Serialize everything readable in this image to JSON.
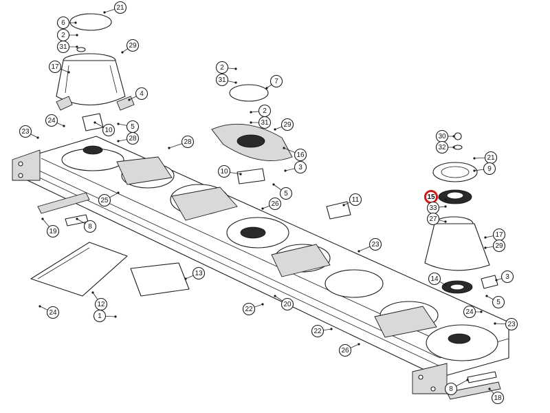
{
  "diagram": {
    "callouts": [
      {
        "id": "c21a",
        "label": "21"
      },
      {
        "id": "c6",
        "label": "6"
      },
      {
        "id": "c2a",
        "label": "2"
      },
      {
        "id": "c31a",
        "label": "31"
      },
      {
        "id": "c29a",
        "label": "29"
      },
      {
        "id": "c17a",
        "label": "17"
      },
      {
        "id": "c4",
        "label": "4"
      },
      {
        "id": "c24a",
        "label": "24"
      },
      {
        "id": "c10a",
        "label": "10"
      },
      {
        "id": "c5a",
        "label": "5"
      },
      {
        "id": "c23a",
        "label": "23"
      },
      {
        "id": "c28a",
        "label": "28"
      },
      {
        "id": "c28b",
        "label": "28"
      },
      {
        "id": "c25",
        "label": "25"
      },
      {
        "id": "c19",
        "label": "19"
      },
      {
        "id": "c8a",
        "label": "8"
      },
      {
        "id": "c2b",
        "label": "2"
      },
      {
        "id": "c31b",
        "label": "31"
      },
      {
        "id": "c7",
        "label": "7"
      },
      {
        "id": "c2c",
        "label": "2"
      },
      {
        "id": "c31c",
        "label": "31"
      },
      {
        "id": "c29b",
        "label": "29"
      },
      {
        "id": "c16",
        "label": "16"
      },
      {
        "id": "c3a",
        "label": "3"
      },
      {
        "id": "c10b",
        "label": "10"
      },
      {
        "id": "c5b",
        "label": "5"
      },
      {
        "id": "c26a",
        "label": "26"
      },
      {
        "id": "c11",
        "label": "11"
      },
      {
        "id": "c30",
        "label": "30"
      },
      {
        "id": "c32",
        "label": "32"
      },
      {
        "id": "c21b",
        "label": "21"
      },
      {
        "id": "c9",
        "label": "9"
      },
      {
        "id": "c15",
        "label": "15",
        "highlight": true
      },
      {
        "id": "c33",
        "label": "33"
      },
      {
        "id": "c27",
        "label": "27"
      },
      {
        "id": "c17b",
        "label": "17"
      },
      {
        "id": "c29c",
        "label": "29"
      },
      {
        "id": "c3b",
        "label": "3"
      },
      {
        "id": "c14",
        "label": "14"
      },
      {
        "id": "c5c",
        "label": "5"
      },
      {
        "id": "c24b",
        "label": "24"
      },
      {
        "id": "c23b",
        "label": "23"
      },
      {
        "id": "c23c",
        "label": "23"
      },
      {
        "id": "c13",
        "label": "13"
      },
      {
        "id": "c12",
        "label": "12"
      },
      {
        "id": "c1",
        "label": "1"
      },
      {
        "id": "c24c",
        "label": "24"
      },
      {
        "id": "c22a",
        "label": "22"
      },
      {
        "id": "c20",
        "label": "20"
      },
      {
        "id": "c22b",
        "label": "22"
      },
      {
        "id": "c26b",
        "label": "26"
      },
      {
        "id": "c8b",
        "label": "8"
      },
      {
        "id": "c18",
        "label": "18"
      }
    ],
    "colors": {
      "line": "#1a1a1a",
      "highlight": "#d01818",
      "background": "#ffffff"
    }
  }
}
